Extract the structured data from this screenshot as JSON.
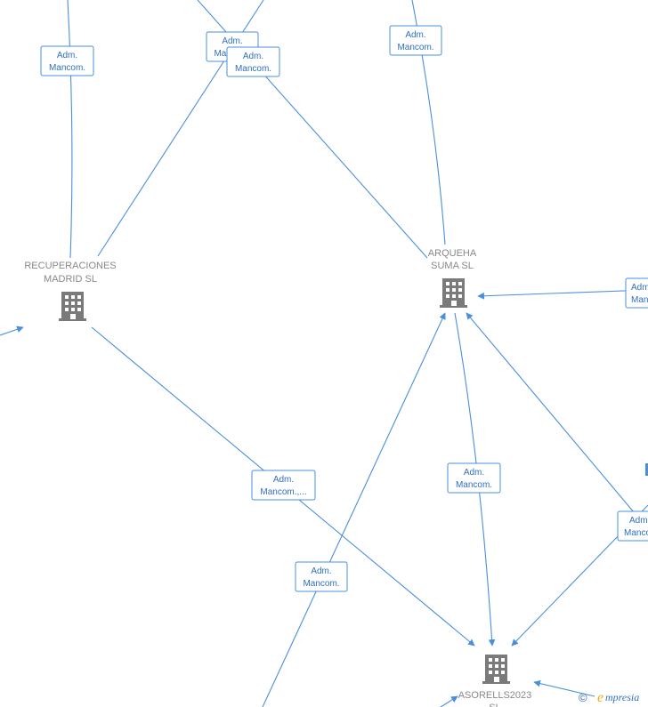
{
  "nodes": [
    {
      "id": "recuperaciones",
      "lines": [
        "RECUPERACIONES",
        "MADRID SL"
      ],
      "icon": "building-icon"
    },
    {
      "id": "arqueha",
      "lines": [
        "ARQUEHA",
        "SUMA  SL"
      ],
      "icon": "building-icon"
    },
    {
      "id": "asorells",
      "lines": [
        "ASORELLS2023",
        "SL"
      ],
      "icon": "building-icon"
    }
  ],
  "edge_labels": [
    {
      "id": "l1",
      "lines": [
        "Adm.",
        "Mancom."
      ]
    },
    {
      "id": "l2",
      "lines": [
        "Adm.",
        "Mancom."
      ]
    },
    {
      "id": "l3",
      "lines": [
        "Adm.",
        "Mancom."
      ]
    },
    {
      "id": "l4",
      "lines": [
        "Adm.",
        "Mancom."
      ]
    },
    {
      "id": "l5",
      "lines": [
        "Adm.",
        "Mancom."
      ]
    },
    {
      "id": "l6",
      "lines": [
        "Adm.",
        "Mancom.,..."
      ]
    },
    {
      "id": "l7",
      "lines": [
        "Adm.",
        "Mancom."
      ]
    },
    {
      "id": "l8",
      "lines": [
        "Adm.",
        "Mancom."
      ]
    },
    {
      "id": "l9",
      "lines": [
        "Adm.",
        "Mancom."
      ]
    }
  ],
  "watermark": {
    "copyright": "©",
    "brand_initial": "e",
    "brand_rest": "mpresia"
  },
  "colors": {
    "edge": "#4a8fdc",
    "label_text": "#2f6fc0",
    "node_text": "#888888",
    "building": "#7a7a7a",
    "brand_orange": "#f2a81d"
  }
}
